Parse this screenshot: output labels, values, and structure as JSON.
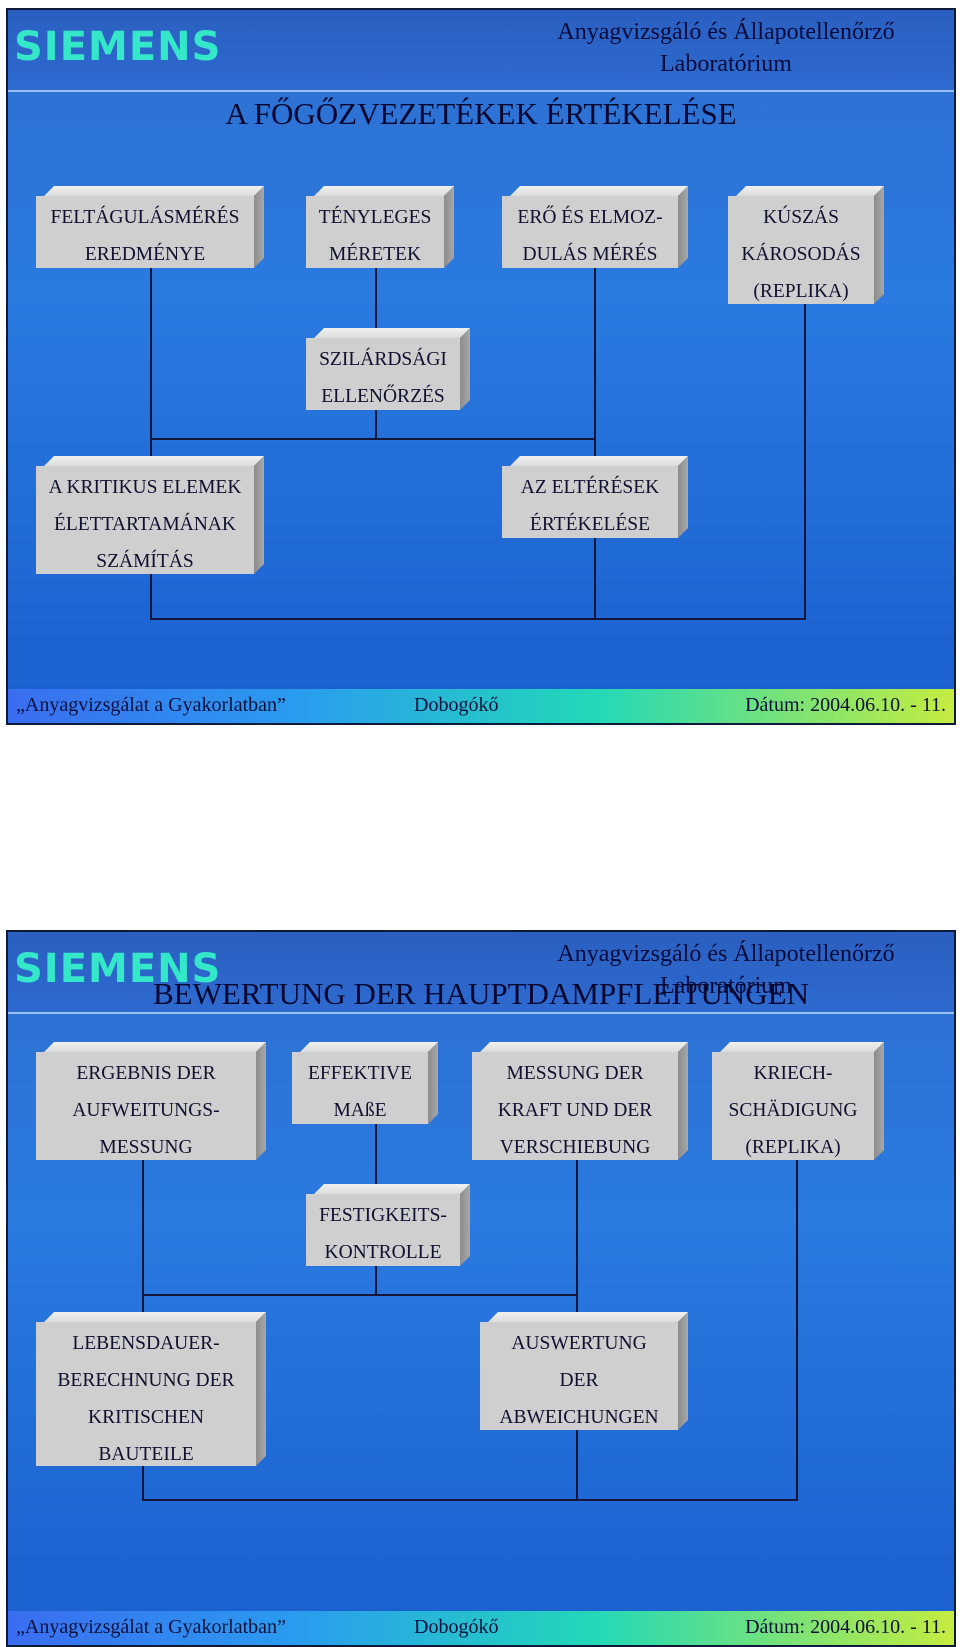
{
  "company_logo": "SIEMENS",
  "lab_name_line1": "Anyagvizsgáló és Állapotellenőrző",
  "lab_name_line2": "Laboratórium",
  "footer": {
    "course": "„Anyagvizsgálat a Gyakorlatban”",
    "place": "Dobogókő",
    "date": "Dátum: 2004.06.10. - 11."
  },
  "slides": [
    {
      "title": "A FŐGŐZVEZETÉKEK ÉRTÉKELÉSE",
      "boxes": [
        {
          "lines": [
            "FELTÁGULÁSMÉRÉS",
            "EREDMÉNYE"
          ]
        },
        {
          "lines": [
            "TÉNYLEGES",
            "MÉRETEK"
          ]
        },
        {
          "lines": [
            "ERŐ ÉS ELMOZ-",
            "DULÁS MÉRÉS"
          ]
        },
        {
          "lines": [
            "KÚSZÁS",
            "KÁROSODÁS",
            "(REPLIKA)"
          ]
        },
        {
          "lines": [
            "SZILÁRDSÁGI",
            "ELLENŐRZÉS"
          ]
        },
        {
          "lines": [
            "A KRITIKUS ELEMEK",
            "ÉLETTARTAMÁNAK",
            "SZÁMÍTÁS"
          ]
        },
        {
          "lines": [
            "AZ ELTÉRÉSEK",
            "ÉRTÉKELÉSE"
          ]
        }
      ]
    },
    {
      "title": "BEWERTUNG DER HAUPTDAMPFLEITUNGEN",
      "boxes": [
        {
          "lines": [
            "ERGEBNIS DER",
            "AUFWEITUNGS-",
            "MESSUNG"
          ]
        },
        {
          "lines": [
            "EFFEKTIVE",
            "MAßE"
          ]
        },
        {
          "lines": [
            "MESSUNG DER",
            "KRAFT UND DER",
            "VERSCHIEBUNG"
          ]
        },
        {
          "lines": [
            "KRIECH-",
            "SCHÄDIGUNG",
            "(REPLIKA)"
          ]
        },
        {
          "lines": [
            "FESTIGKEITS-",
            "KONTROLLE"
          ]
        },
        {
          "lines": [
            "LEBENSDAUER-",
            "BERECHNUNG DER",
            "KRITISCHEN",
            "BAUTEILE"
          ]
        },
        {
          "lines": [
            "AUSWERTUNG",
            "DER",
            "ABWEICHUNGEN"
          ]
        }
      ]
    }
  ]
}
